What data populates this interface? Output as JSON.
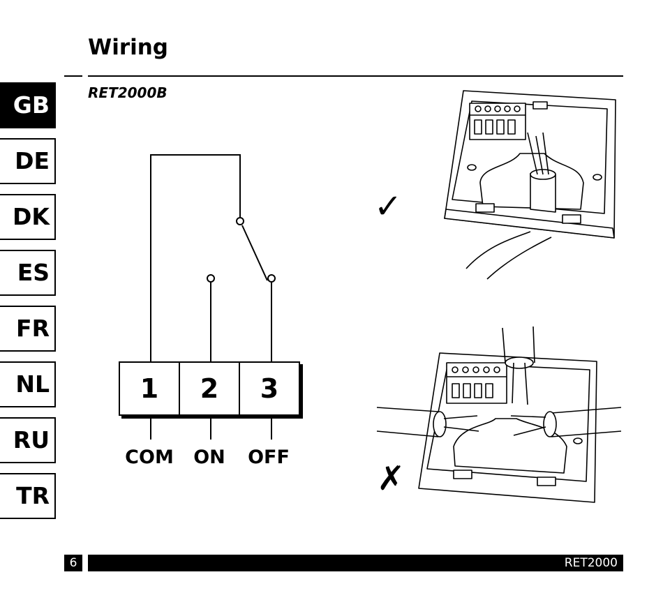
{
  "header": {
    "title": "Wiring",
    "subtitle": "RET2000B"
  },
  "language_tabs": [
    {
      "code": "GB",
      "active": true
    },
    {
      "code": "DE",
      "active": false
    },
    {
      "code": "DK",
      "active": false
    },
    {
      "code": "ES",
      "active": false
    },
    {
      "code": "FR",
      "active": false
    },
    {
      "code": "NL",
      "active": false
    },
    {
      "code": "RU",
      "active": false
    },
    {
      "code": "TR",
      "active": false
    }
  ],
  "diagram": {
    "terminals": [
      "1",
      "2",
      "3"
    ],
    "labels": [
      "COM",
      "ON",
      "OFF"
    ]
  },
  "install": {
    "correct_mark": "✓",
    "wrong_mark": "✗"
  },
  "footer": {
    "page_number": "6",
    "product": "RET2000"
  }
}
